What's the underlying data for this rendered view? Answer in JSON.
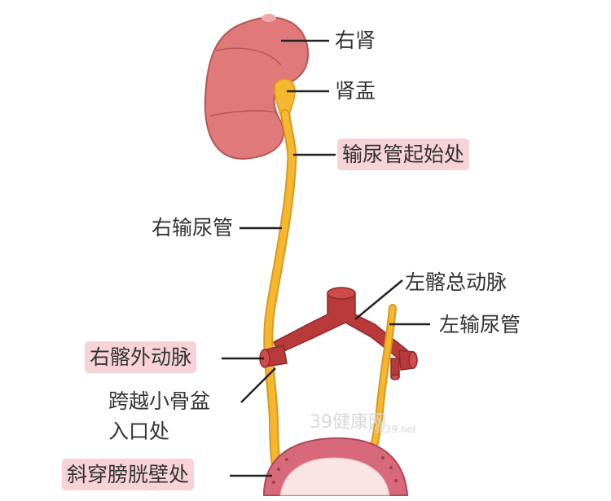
{
  "labels": {
    "right_kidney": "右肾",
    "renal_pelvis": "肾盂",
    "ureter_origin": "输尿管起始处",
    "right_ureter": "右输尿管",
    "left_common_iliac": "左髂总动脉",
    "left_ureter": "左输尿管",
    "right_external_iliac": "右髂外动脉",
    "pelvic_inlet_line1": "跨越小骨盆",
    "pelvic_inlet_line2": "入口处",
    "bladder_wall": "斜穿膀胱壁处"
  },
  "watermark": {
    "main": "39健康网",
    "sub": "ask39.net"
  },
  "colors": {
    "kidney": "#e07a7a",
    "kidney_outline": "#b85555",
    "ureter": "#f5b730",
    "ureter_outline": "#d99a1a",
    "artery": "#b83a3a",
    "artery_dark": "#8f2a2a",
    "bladder": "#d8697a",
    "bladder_inner": "#fbe4e4",
    "highlight": "#f7d3d8",
    "leader": "#222222"
  }
}
